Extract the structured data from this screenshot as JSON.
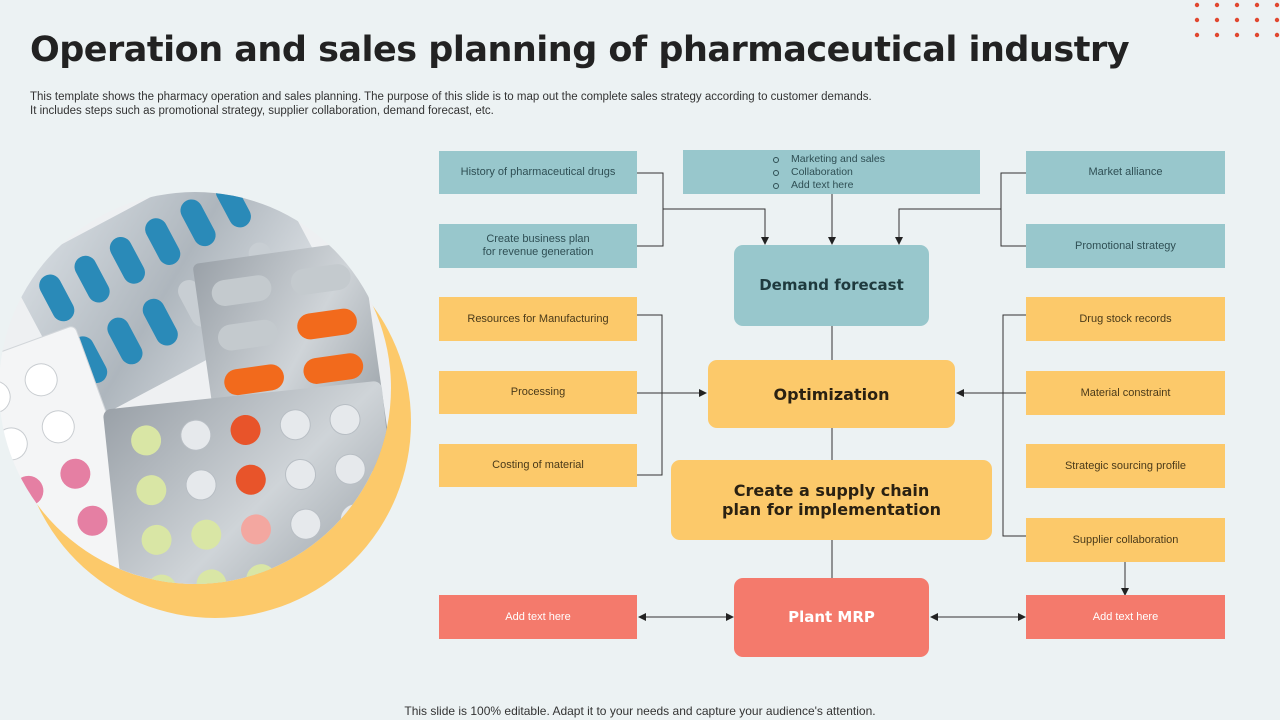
{
  "header": {
    "title": "Operation and sales planning of pharmaceutical industry",
    "description_line1": "This template shows the pharmacy operation and sales planning. The purpose of this slide is to map out the complete sales strategy according to customer demands.",
    "description_line2": "It includes steps such as promotional strategy, supplier collaboration, demand forecast, etc."
  },
  "diagram": {
    "top_bullets": [
      "Marketing and sales",
      "Collaboration",
      "Add text here"
    ],
    "left_blue": [
      "History of pharmaceutical drugs",
      "Create business plan\nfor revenue generation"
    ],
    "right_blue": [
      "Market alliance",
      "Promotional strategy"
    ],
    "left_yellow": [
      "Resources for Manufacturing",
      "Processing",
      "Costing of material"
    ],
    "right_yellow": [
      "Drug stock records",
      "Material constraint",
      "Strategic sourcing profile",
      "Supplier collaboration"
    ],
    "center": {
      "demand": "Demand forecast",
      "optimization": "Optimization",
      "supply": "Create a supply chain\nplan for implementation",
      "plant": "Plant MRP"
    },
    "left_red": "Add text here",
    "right_red": "Add text here"
  },
  "footer": {
    "note": "This slide is 100% editable. Adapt it to your needs and capture your audience's attention."
  },
  "colors": {
    "background": "#ecf2f3",
    "blue": "#98c7cc",
    "yellow": "#fcc96a",
    "red": "#f47a6c",
    "accent_dots": "#e0472f",
    "photo_ring": "#fcc96a"
  },
  "image": {
    "subject": "blister packs of pills and capsules"
  }
}
